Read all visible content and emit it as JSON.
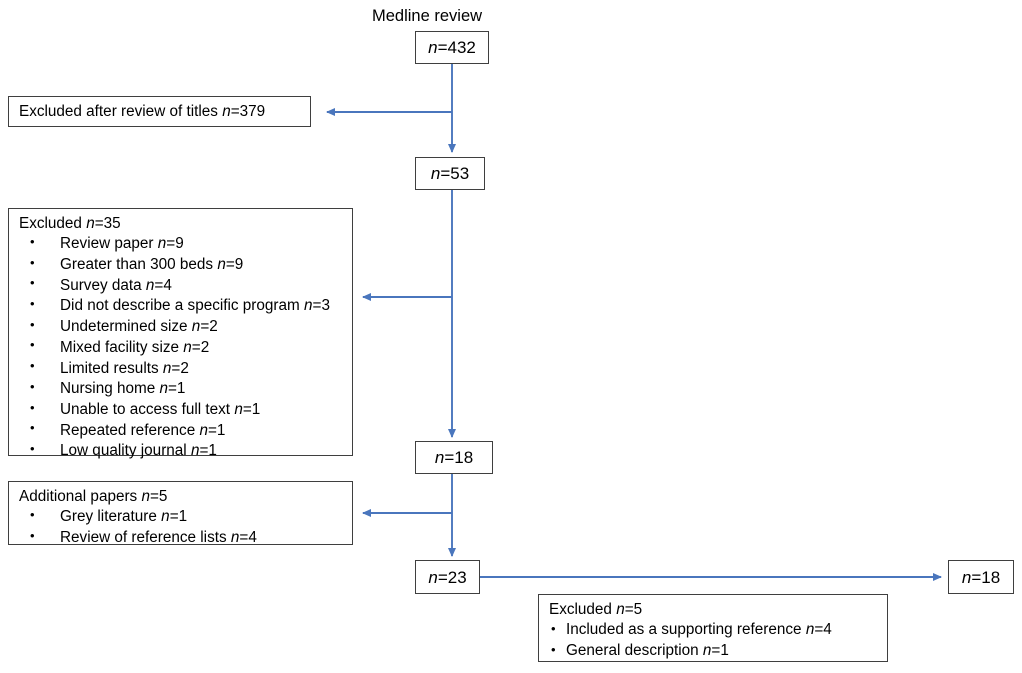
{
  "diagram": {
    "title_caption": "Medline review",
    "accent_arrow_color": "#4a76bd",
    "box_border_color": "#3f3f3f",
    "nodes": {
      "start": {
        "label": "n=432"
      },
      "after_titles": {
        "label": "n=53"
      },
      "after_full": {
        "label": "n=18"
      },
      "with_additional": {
        "label": "n=23"
      },
      "final": {
        "label": "n=18"
      }
    },
    "excluded_titles": {
      "text": "Excluded after review of titles n=379"
    },
    "excluded_main": {
      "title": "Excluded n=35",
      "items": [
        "Review paper n=9",
        "Greater than 300 beds n=9",
        "Survey data n=4",
        "Did not describe a specific program n=3",
        "Undetermined size n=2",
        "Mixed facility size n=2",
        "Limited results n=2",
        "Nursing home n=1",
        "Unable to access full text n=1",
        "Repeated reference n=1",
        "Low quality journal n=1"
      ]
    },
    "additional_papers": {
      "title": "Additional papers n=5",
      "items": [
        "Grey literature n=1",
        "Review of reference lists n=4"
      ]
    },
    "excluded_final": {
      "title": "Excluded n=5",
      "items": [
        "Included as a supporting reference n=4",
        "General description n=1"
      ]
    }
  }
}
